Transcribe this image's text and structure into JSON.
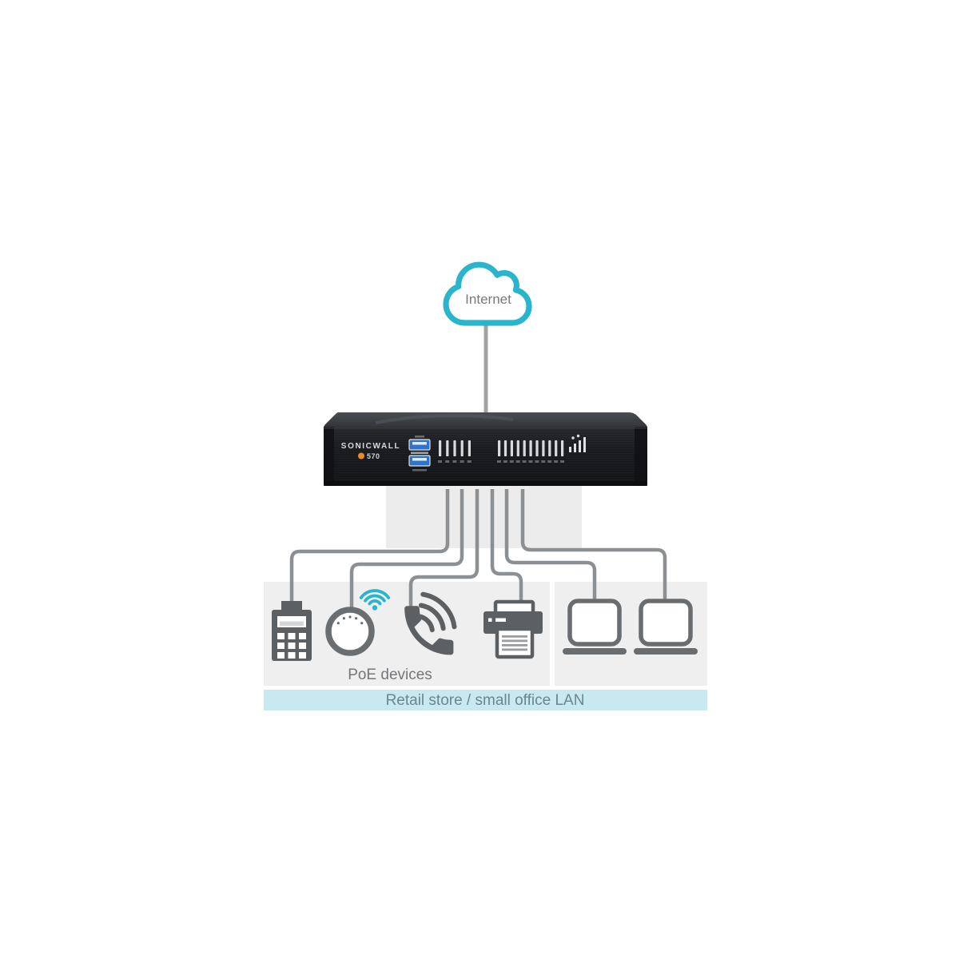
{
  "page": {
    "background": "#ffffff"
  },
  "internet": {
    "label": "Internet",
    "icon": "cloud-icon",
    "color": "#2ab5cc",
    "text_color": "#77797c"
  },
  "connections": {
    "color": "#8d9093",
    "internet_line_color": "#a2a3a5",
    "column_color": "#ececec",
    "count_to_lan_devices": 6
  },
  "firewall": {
    "icon": "firewall-appliance",
    "brand": "SONICWALL",
    "brand_color": "#d9dadb",
    "model": "570",
    "model_color": "#d3d4d5",
    "accent_orange": "#f08c1e",
    "usb_blue": "#2c74cf",
    "usb_ports": 2,
    "led_color": "#e9eaeb",
    "led_groups": [
      {
        "count": 5
      },
      {
        "count": 11
      }
    ],
    "body_color": "#1b1c1f",
    "top_color": "#3f4247"
  },
  "poe_group": {
    "label": "PoE devices",
    "label_color": "#74767a",
    "box_color": "#efefef",
    "icon_color": "#5d6063",
    "ap_ring_color": "#6b6e71",
    "wifi_color": "#2ab5cc",
    "devices": [
      {
        "name": "pos-terminal",
        "icon": "pos-terminal-icon"
      },
      {
        "name": "wireless-access-point",
        "icon": "access-point-icon"
      },
      {
        "name": "voip-phone",
        "icon": "phone-icon"
      },
      {
        "name": "printer",
        "icon": "printer-icon"
      }
    ]
  },
  "lan_group": {
    "box_color": "#efefef",
    "icon_color": "#6a6d70",
    "devices": [
      {
        "name": "laptop-1",
        "icon": "laptop-icon"
      },
      {
        "name": "laptop-2",
        "icon": "laptop-icon"
      }
    ]
  },
  "lan_banner": {
    "label": "Retail store / small office LAN",
    "color": "#c9e9f1",
    "text_color": "#6b8591"
  }
}
